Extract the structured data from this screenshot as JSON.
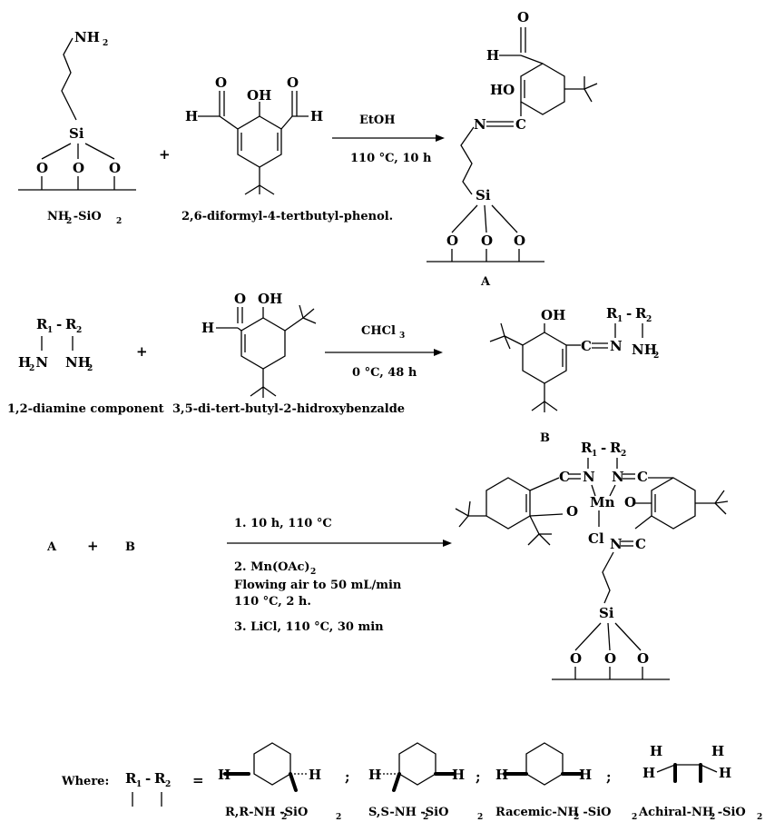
{
  "row1": {
    "reactant1_amine_label": "NH",
    "reactant1_amine_sub": "2",
    "si": "Si",
    "o": "O",
    "reactant1_name": "NH -SiO",
    "reactant1_name_sub1": "2",
    "reactant1_name_sub2": "2",
    "plus": "+",
    "aldehyde_h": "H",
    "aldehyde_o": "O",
    "oh": "OH",
    "reactant2_name": "2,6-diformyl-4-tertbutyl-phenol.",
    "solvent": "EtOH",
    "conditions": "110 °C, 10 h",
    "product_ho": "HO",
    "product_n": "N",
    "product_c": "C",
    "product_label": "A"
  },
  "row2": {
    "r1": "R",
    "r1_sub": "1",
    "r2": "R",
    "r2_sub": "2",
    "h2n": "H N",
    "h2n_sub": "2",
    "nh2": "NH",
    "nh2_sub": "2",
    "plus": "+",
    "diamine_name": "1,2-diamine component",
    "aldehyde_name": "3,5-di-tert-butyl-2-hidroxybenzalde",
    "solvent": "CHCl",
    "solvent_sub": "3",
    "conditions": "0 °C, 48 h",
    "product_label": "B"
  },
  "row3": {
    "a": "A",
    "plus": "+",
    "b": "B",
    "step1": "1. 10 h, 110 °C",
    "step2": "2.  Mn(OAc)",
    "step2_sub": "2",
    "step2_line2": "Flowing air to 50 mL/min",
    "step2_line3": "110 °C, 2 h.",
    "step3": "3. LiCl, 110 °C, 30 min",
    "mn": "Mn",
    "cl": "Cl",
    "n": "N",
    "c": "C",
    "o": "O"
  },
  "legend": {
    "where": "Where:",
    "equals": "=",
    "sep": ";",
    "h": "H",
    "opt1": "R,R-NH -SiO",
    "opt2": "S,S-NH -SiO",
    "opt3": "Racemic-NH -SiO",
    "opt4": "Achiral-NH -SiO",
    "sub": "2"
  }
}
